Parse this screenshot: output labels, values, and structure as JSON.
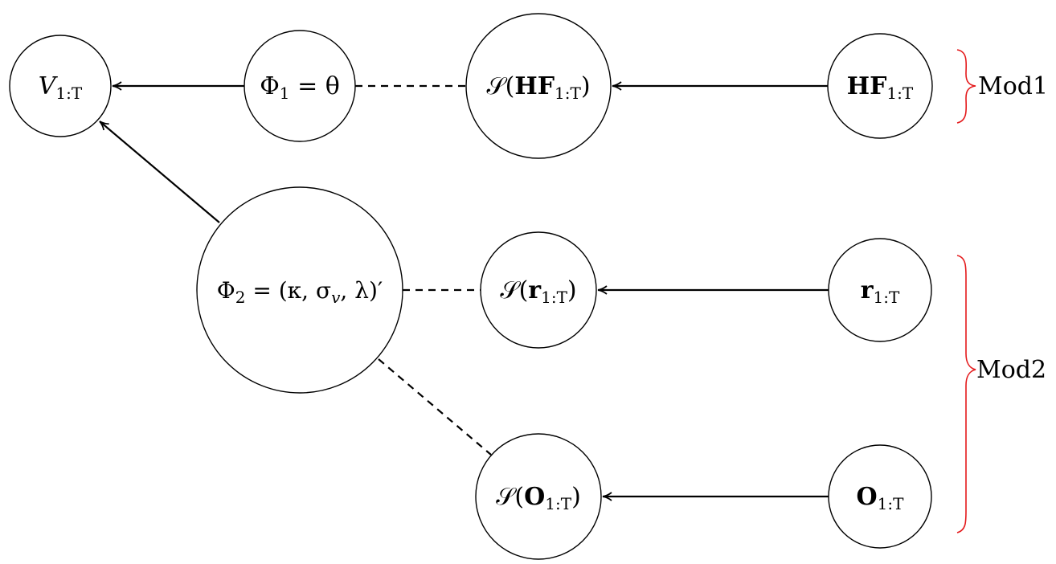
{
  "diagram": {
    "nodes": {
      "v": {
        "name": "V",
        "sub": "1:T"
      },
      "phi1": {
        "name": "Φ",
        "index": "1",
        "rhs": " = θ"
      },
      "s_hf": {
        "pre": "𝒮(",
        "name": "HF",
        "sub": "1:T",
        "post": ")"
      },
      "hf": {
        "name": "HF",
        "sub": "1:T"
      },
      "phi2": {
        "name": "Φ",
        "index": "2",
        "rhs": " = (κ, σ",
        "rhs_sub": "v",
        "rhs_tail": ", λ)′"
      },
      "s_r": {
        "pre": "𝒮(",
        "name": "r",
        "sub": "1:T",
        "post": ")"
      },
      "r": {
        "name": "r",
        "sub": "1:T"
      },
      "s_o": {
        "pre": "𝒮(",
        "name": "O",
        "sub": "1:T",
        "post": ")"
      },
      "o": {
        "name": "O",
        "sub": "1:T"
      }
    },
    "edges": [
      {
        "from": "phi1",
        "to": "v",
        "style": "solid-arrow"
      },
      {
        "from": "phi2",
        "to": "v",
        "style": "solid-arrow"
      },
      {
        "from": "phi1",
        "to": "s_hf",
        "style": "dashed"
      },
      {
        "from": "hf",
        "to": "s_hf",
        "style": "solid-arrow"
      },
      {
        "from": "phi2",
        "to": "s_r",
        "style": "dashed"
      },
      {
        "from": "r",
        "to": "s_r",
        "style": "solid-arrow"
      },
      {
        "from": "phi2",
        "to": "s_o",
        "style": "dashed"
      },
      {
        "from": "o",
        "to": "s_o",
        "style": "solid-arrow"
      }
    ],
    "groups": [
      {
        "label": "Mod1",
        "color": "#e41a1c"
      },
      {
        "label": "Mod2",
        "color": "#e41a1c"
      }
    ]
  }
}
